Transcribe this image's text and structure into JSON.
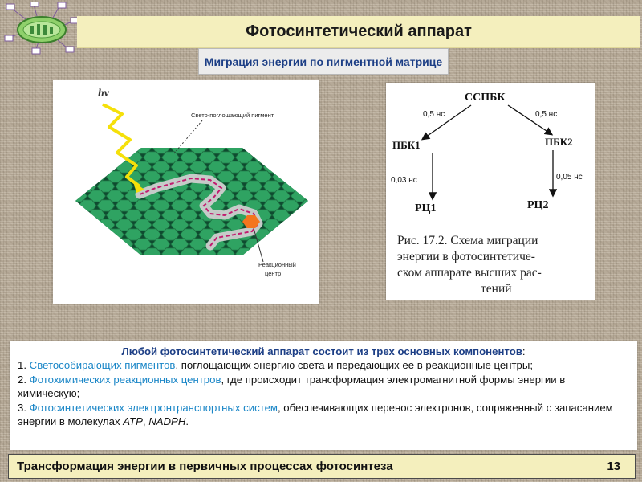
{
  "header": {
    "title": "Фотосинтетический аппарат"
  },
  "subtitle": "Миграция энергии по пигментной матрице",
  "left_figure": {
    "hv_label": "hv",
    "pigment_label": "Свето-поглощающий пигмент",
    "center_label_line1": "Реакционный",
    "center_label_line2": "центр"
  },
  "scheme": {
    "top": "ССПБК",
    "left_mid": "ПБК1",
    "right_mid": "ПБК2",
    "left_bottom": "РЦ1",
    "right_bottom": "РЦ2",
    "time_top_left": "0,5 нс",
    "time_top_right": "0,5 нс",
    "time_left": "0,03 нс",
    "time_right": "0,05 нс",
    "caption_line1": "Рис. 17.2. Схема миграции",
    "caption_line2": "энергии в фотосинтетиче-",
    "caption_line3": "ском аппарате высших рас-",
    "caption_line4": "тений"
  },
  "text": {
    "lead": "Любой фотосинтетический аппарат состоит из трех основных компонентов",
    "lead_colon": ":",
    "item1_num": "1. ",
    "item1_hl": "Светособирающих пигментов",
    "item1_rest": ", поглощающих энергию света и передающих ее в реакционные центры;",
    "item2_num": "2. ",
    "item2_hl": "Фотохимических реакционных центров",
    "item2_rest": ", где происходит трансформация электромагнитной формы энергии в химическую;",
    "item3_num": "3. ",
    "item3_hl": "Фотосинтетических электронтранспортных систем",
    "item3_rest": ", обеспечивающих перенос электронов, сопряженный с запасанием энергии в молекулах ",
    "item3_atp": "ATP",
    "item3_sep": ", ",
    "item3_nadph": "NADPH",
    "item3_end": "."
  },
  "footer": {
    "title": "Трансформация энергии в первичных процессах фотосинтеза",
    "page_number": "13"
  }
}
